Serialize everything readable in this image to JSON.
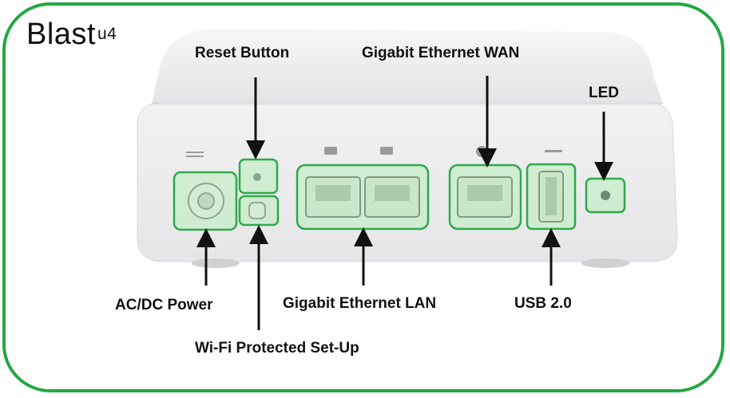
{
  "brand": {
    "name": "Blast",
    "superscript": "u4"
  },
  "callouts": {
    "reset_button": "Reset Button",
    "gigabit_wan": "Gigabit Ethernet WAN",
    "led": "LED",
    "ac_dc_power": "AC/DC Power",
    "gigabit_lan": "Gigabit Ethernet LAN",
    "usb": "USB 2.0",
    "wps": "Wi-Fi Protected Set-Up"
  },
  "colors": {
    "frame": "#22a844",
    "highlight": "#b9ecb9",
    "device": "#eeeeef"
  }
}
